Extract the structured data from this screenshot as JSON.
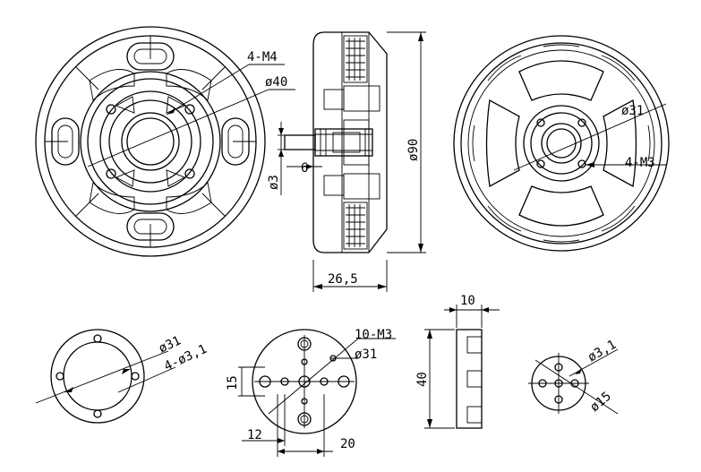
{
  "labels": {
    "front_thread": "4-M4",
    "front_dia": "ø40",
    "side_height": "ø90",
    "side_shaft": "ø3",
    "side_shaft_len": "6",
    "side_width": "26,5",
    "rear_dia": "ø31",
    "rear_thread": "4-M3",
    "ring_dia": "ø31",
    "ring_holes": "4-ø3,1",
    "mount_thread": "10-M3",
    "mount_dia": "ø31",
    "mount_v": "15",
    "mount_h1": "12",
    "mount_h2": "20",
    "bracket_w": "10",
    "bracket_h": "40",
    "small_holes": "ø3,1",
    "small_dia": "ø15"
  }
}
